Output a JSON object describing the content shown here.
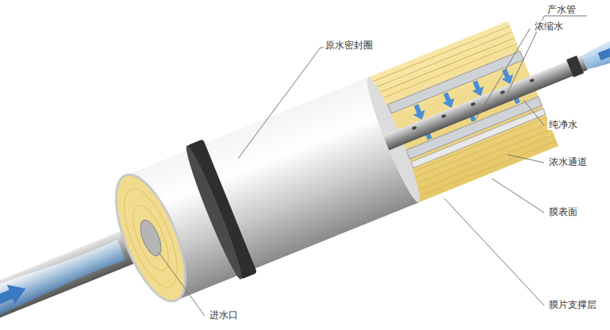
{
  "diagram": {
    "labels": [
      "产水管",
      "浓缩水",
      "原水密封圈",
      "纯净水",
      "浓水通道",
      "膜表面",
      "膜片支撑层",
      "进水口"
    ]
  }
}
